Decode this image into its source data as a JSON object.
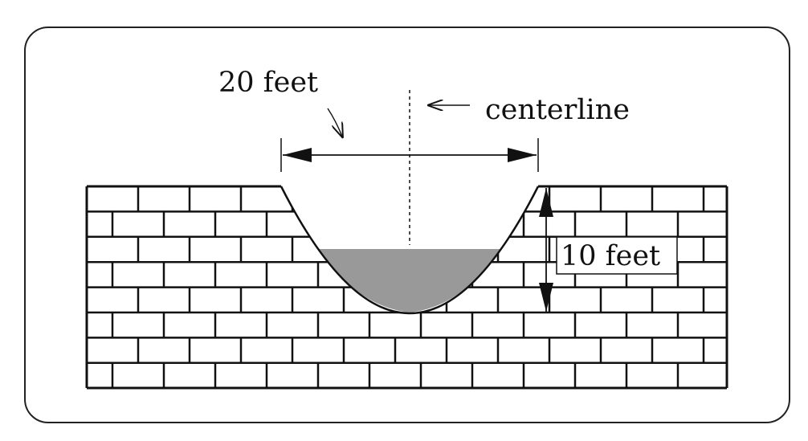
{
  "labels": {
    "width": "20 feet",
    "centerline": "centerline",
    "depth": "10 feet"
  },
  "colors": {
    "line": "#111111",
    "water": "#999999",
    "background": "#ffffff"
  }
}
